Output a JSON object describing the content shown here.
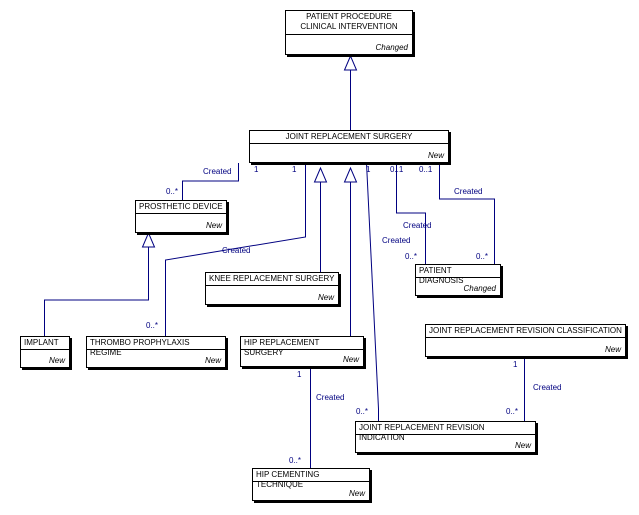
{
  "colors": {
    "line": "#000080",
    "box_border": "#000000",
    "label": "#000080"
  },
  "classes": {
    "patient_procedure": {
      "name": "PATIENT PROCEDURE\nCLINICAL INTERVENTION",
      "status": "Changed"
    },
    "joint_replacement_surgery": {
      "name": "JOINT REPLACEMENT SURGERY",
      "status": "New"
    },
    "prosthetic_device": {
      "name": "PROSTHETIC DEVICE",
      "status": "New"
    },
    "knee_replacement_surgery": {
      "name": "KNEE REPLACEMENT SURGERY",
      "status": "New"
    },
    "patient_diagnosis": {
      "name": "PATIENT DIAGNOSIS",
      "status": "Changed"
    },
    "implant": {
      "name": "IMPLANT",
      "status": "New"
    },
    "thrombo_prophylaxis_regime": {
      "name": "THROMBO PROPHYLAXIS REGIME",
      "status": "New"
    },
    "hip_replacement_surgery": {
      "name": "HIP REPLACEMENT SURGERY",
      "status": "New"
    },
    "jr_revision_classification": {
      "name": "JOINT REPLACEMENT REVISION CLASSIFICATION",
      "status": "New"
    },
    "jr_revision_indication": {
      "name": "JOINT REPLACEMENT REVISION INDICATION",
      "status": "New"
    },
    "hip_cementing_technique": {
      "name": "HIP CEMENTING TECHNIQUE",
      "status": "New"
    }
  },
  "labels": {
    "prosthetic_created": "Created",
    "prosthetic_one": "1",
    "prosthetic_many": "0..*",
    "thrombo_one": "1",
    "thrombo_created": "Created",
    "thrombo_many": "0..*",
    "revision_one": "1",
    "revision_many": "0..*",
    "diag1_src": "0..1",
    "diag1_created": "Created",
    "diag2_src": "0..1",
    "diag2_created": "Created",
    "diag_created_right": "Created",
    "diag_many": "0..*",
    "diag_many_right": "0..*",
    "class_one": "1",
    "class_created": "Created",
    "class_many": "0..*",
    "hip_one": "1",
    "hip_created": "Created",
    "hip_many": "0..*"
  }
}
